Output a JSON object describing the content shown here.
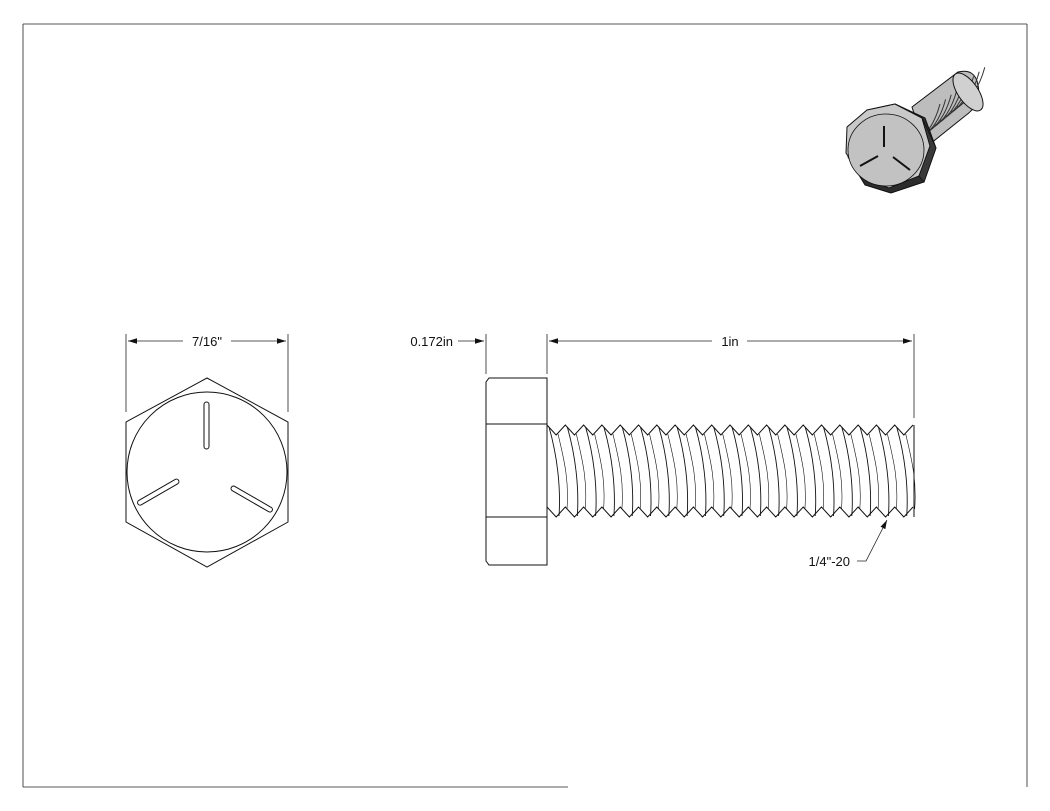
{
  "drawing": {
    "head_width_label": "7/16\"",
    "head_height_label": "0.172in",
    "length_label": "1in",
    "thread_label": "1/4\"-20"
  },
  "colors": {
    "line": "#111111",
    "iso_face": "#c9c9c9",
    "iso_shadow": "#333333",
    "iso_thread": "#bdbdbd"
  }
}
